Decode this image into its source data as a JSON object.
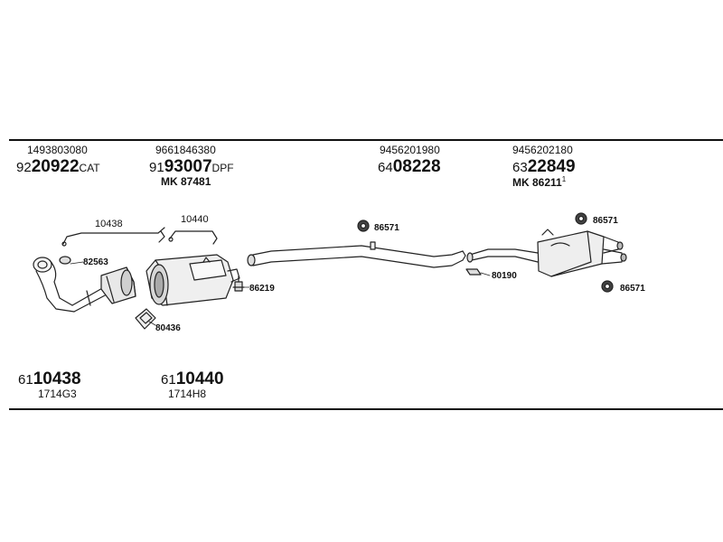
{
  "header_parts": [
    {
      "oe": "1493803080",
      "prefix": "92",
      "number": "20922",
      "suffix": "CAT",
      "mk": ""
    },
    {
      "oe": "9661846380",
      "prefix": "91",
      "number": "93007",
      "suffix": "DPF",
      "mk": "MK  87481"
    },
    {
      "oe": "9456201980",
      "prefix": "64",
      "number": "08228",
      "suffix": "",
      "mk": ""
    },
    {
      "oe": "9456202180",
      "prefix": "63",
      "number": "22849",
      "suffix": "",
      "mk": "MK  86211",
      "mk_sup": "1"
    }
  ],
  "footer_parts": [
    {
      "prefix": "61",
      "number": "10438",
      "code": "1714G3"
    },
    {
      "prefix": "61",
      "number": "10440",
      "code": "1714H8"
    }
  ],
  "callouts": {
    "c10438": "10438",
    "c10440": "10440",
    "c82563": "82563",
    "c80436": "80436",
    "c86219": "86219",
    "c86571a": "86571",
    "c80190": "80190",
    "c86571b": "86571",
    "c86571c": "86571"
  }
}
